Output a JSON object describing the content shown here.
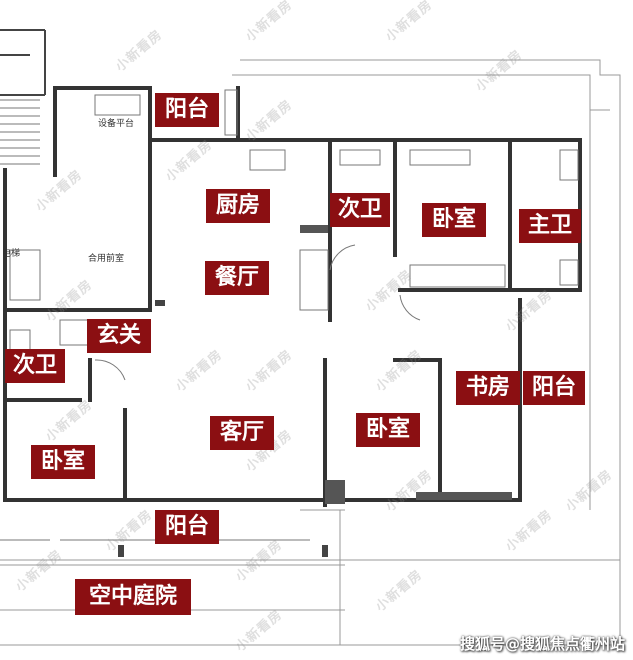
{
  "colors": {
    "label_bg": "#8b0f12",
    "label_text": "#ffffff",
    "wall": "#333333",
    "wall_accent": "#555555",
    "watermark": "#8c8c8c"
  },
  "rooms": {
    "balcony_top": "阳台",
    "kitchen": "厨房",
    "second_bath_top": "次卫",
    "bedroom_top": "卧室",
    "master_bath": "主卫",
    "dining": "餐厅",
    "entrance": "玄关",
    "second_bath_left": "次卫",
    "study": "书房",
    "balcony_right": "阳台",
    "living": "客厅",
    "bedroom_middle": "卧室",
    "bedroom_left": "卧室",
    "balcony_bottom": "阳台",
    "sky_garden": "空中庭院"
  },
  "annotations": {
    "equipment_platform": "设备平台",
    "shared_lobby": "合用前室",
    "elevator": "电梯"
  },
  "watermark_text": "小新看房",
  "footer_text": "搜狐号@搜狐焦点衢州站"
}
